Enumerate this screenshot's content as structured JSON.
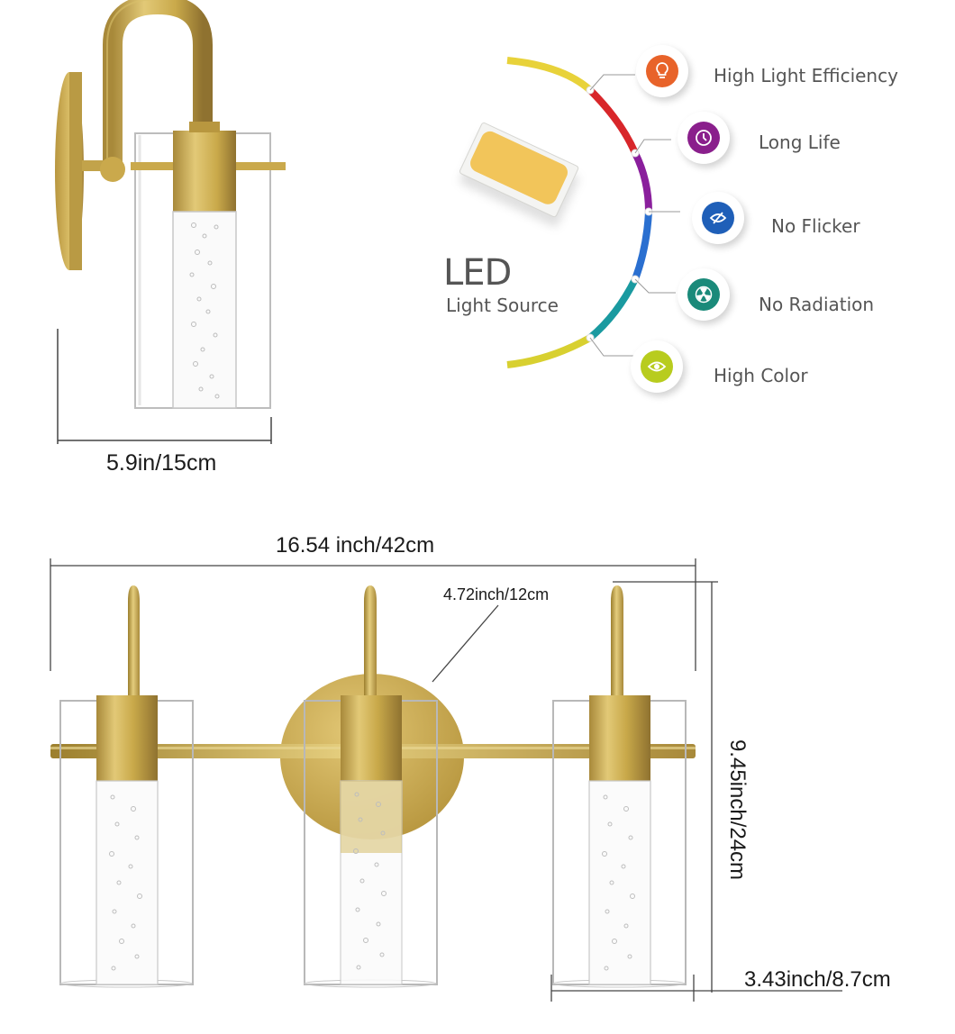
{
  "single_sconce": {
    "width_label": "5.9in/15cm"
  },
  "led_panel": {
    "title": "LED",
    "subtitle": "Light Source",
    "features": [
      {
        "label": "High Light Efficiency",
        "icon": "lightbulb-icon",
        "color": "#e8632a"
      },
      {
        "label": "Long Life",
        "icon": "clock-icon",
        "color": "#8a1f8c"
      },
      {
        "label": "No Flicker",
        "icon": "no-flicker-icon",
        "color": "#1f5fb8"
      },
      {
        "label": "No Radiation",
        "icon": "radiation-icon",
        "color": "#1a8a7a"
      },
      {
        "label": "High Color",
        "icon": "eye-icon",
        "color": "#a8c41c"
      }
    ],
    "arc_colors": [
      "#e8d23a",
      "#d8262a",
      "#8a1f9c",
      "#2a6fd0",
      "#1a9aa0",
      "#3aa050",
      "#d8d030"
    ]
  },
  "triple_fixture": {
    "total_width_label": "16.54 inch/42cm",
    "backplate_label": "4.72inch/12cm",
    "height_label": "9.45inch/24cm",
    "shade_width_label": "3.43inch/8.7cm"
  },
  "colors": {
    "brass": "#c9a94a",
    "brass_dark": "#9c7f2e",
    "brass_light": "#e4cd7d",
    "glass_edge": "#b8b8b8",
    "dim_line": "#444444"
  }
}
